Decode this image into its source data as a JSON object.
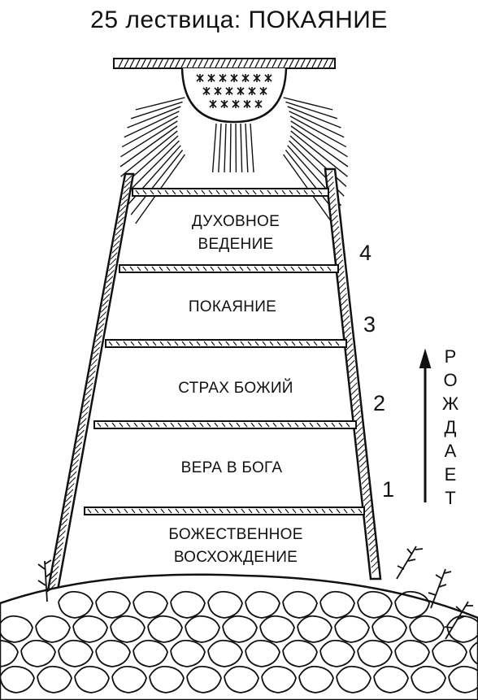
{
  "title": "25 лествица:  ПОКАЯНИЕ",
  "steps": [
    {
      "label_lines": [
        "ДУХОВНОЕ",
        "ВЕДЕНИЕ"
      ],
      "number": "4"
    },
    {
      "label_lines": [
        "ПОКАЯНИЕ"
      ],
      "number": "3"
    },
    {
      "label_lines": [
        "СТРАХ БОЖИЙ"
      ],
      "number": "2"
    },
    {
      "label_lines": [
        "ВЕРА В БОГА"
      ],
      "number": "1"
    },
    {
      "label_lines": [
        "БОЖЕСТВЕННОЕ",
        "ВОСХОЖДЕНИЕ"
      ],
      "number": ""
    }
  ],
  "vertical_text": [
    "Р",
    "О",
    "Ж",
    "Д",
    "А",
    "Е",
    "Т"
  ],
  "colors": {
    "ink": "#111111",
    "paper": "#ffffff"
  }
}
